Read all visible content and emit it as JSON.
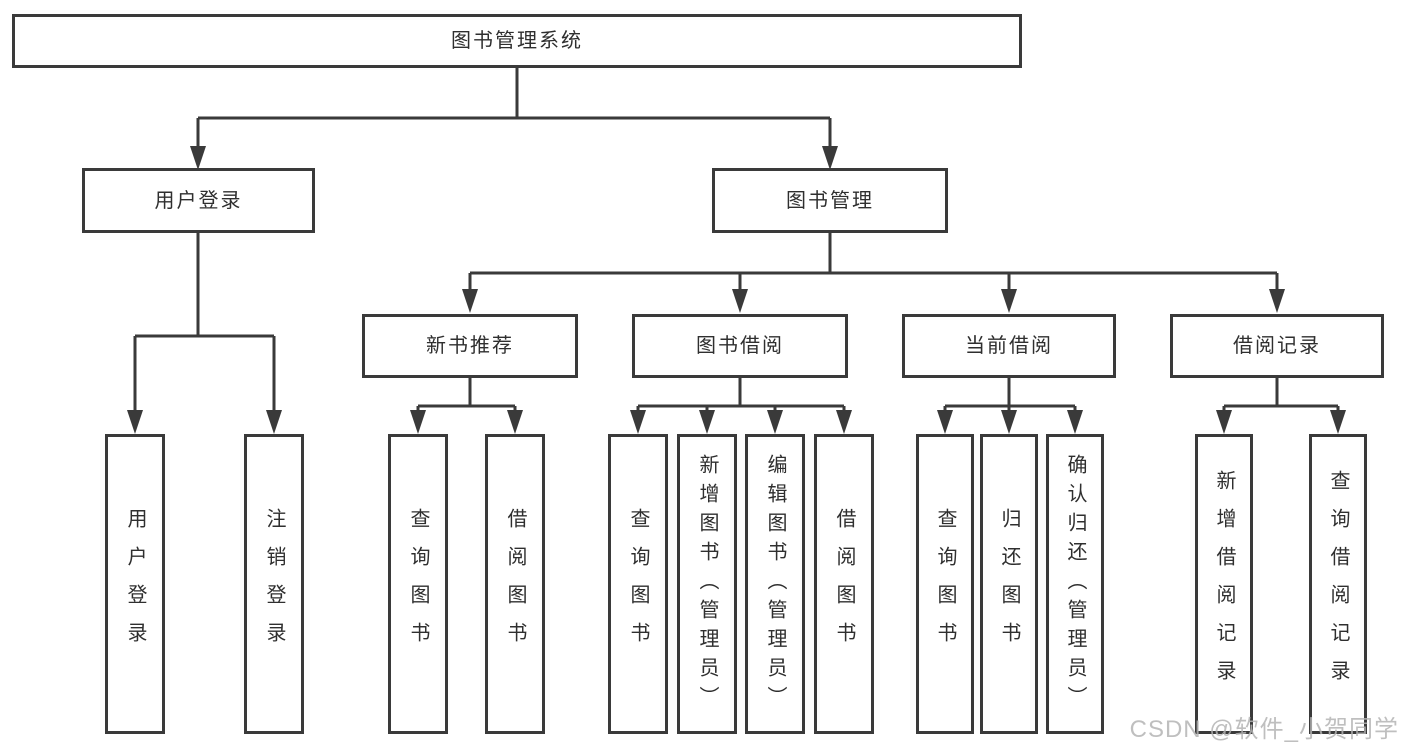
{
  "diagram": {
    "root": "图书管理系统",
    "branches": [
      {
        "label": "用户登录",
        "children": [
          "用户登录",
          "注销登录"
        ]
      },
      {
        "label": "图书管理",
        "groups": [
          {
            "label": "新书推荐",
            "children": [
              "查询图书",
              "借阅图书"
            ]
          },
          {
            "label": "图书借阅",
            "children": [
              "查询图书",
              "新增图书（管理员）",
              "编辑图书（管理员）",
              "借阅图书"
            ]
          },
          {
            "label": "当前借阅",
            "children": [
              "查询图书",
              "归还图书",
              "确认归还（管理员）"
            ]
          },
          {
            "label": "借阅记录",
            "children": [
              "新增借阅记录",
              "查询借阅记录"
            ]
          }
        ]
      }
    ]
  },
  "watermark": "CSDN @软件_小贺同学",
  "colors": {
    "line": "#3a3a3a",
    "text": "#2f2f2f",
    "background": "#ffffff",
    "watermark": "#b4b4b4"
  }
}
